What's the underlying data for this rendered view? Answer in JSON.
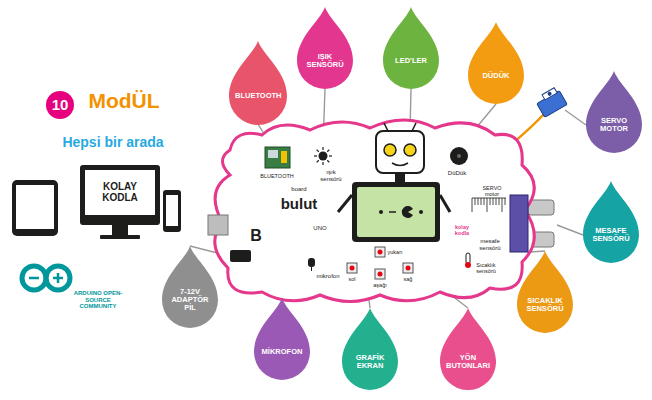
{
  "diagram": {
    "nodes": [
      {
        "text": [
          "BLUETOOTH"
        ]
      },
      {
        "text": [
          "IŞIK SENSÖRÜ"
        ]
      },
      {
        "text": [
          "LED'LER"
        ]
      },
      {
        "text": [
          "DÜDÜK"
        ]
      },
      {
        "text": [
          "SERVO MOTOR"
        ]
      },
      {
        "text": [
          "MESAFE SENSÖRÜ"
        ]
      },
      {
        "text": [
          "SICAKLIK SENSÖRÜ"
        ]
      },
      {
        "text": [
          "YÖN BUTONLARI"
        ]
      },
      {
        "text": [
          "GRAFİK EKRAN"
        ]
      },
      {
        "text": [
          "MİKROFON"
        ]
      },
      {
        "text": [
          "7-12V ADAPTÖR PİL"
        ]
      }
    ],
    "labels": [
      "10",
      "ModÜL",
      "Hepsi bir arada",
      "KOLAY KODLA",
      "ARDUINO OPEN-SOURCE COMMUNITY",
      "BLUETOOTH",
      "ışık sensörü",
      "DüDük",
      "SERVO motor",
      "board",
      "bulut",
      "UNO",
      "kolay kodla",
      "mesafe sensörü",
      "yukarı",
      "sol",
      "sağ",
      "aşağı",
      "mikrofon",
      "Sıcaklık sensörü",
      "B"
    ]
  }
}
